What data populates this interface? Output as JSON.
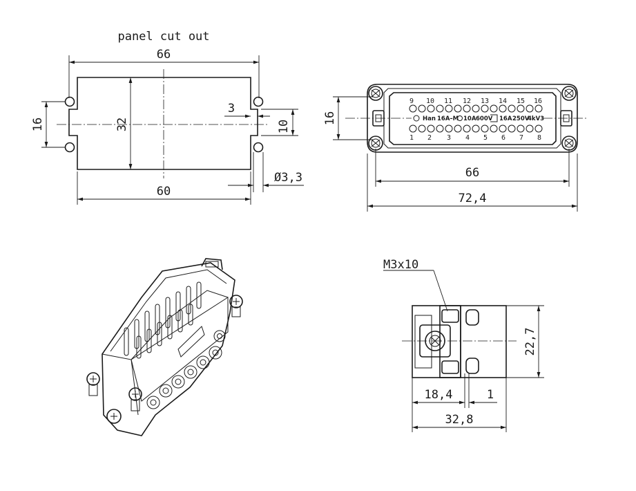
{
  "panel": {
    "title": "panel cut out",
    "dim_width_outer": "66",
    "dim_height": "32",
    "dim_hole_spacing": "16",
    "dim_edge_offset": "3",
    "dim_notch": "10",
    "dim_hole_diameter": "Ø3,3",
    "dim_width_inner": "60"
  },
  "front": {
    "dim_pin_spacing": "16",
    "dim_width_66": "66",
    "dim_width_total": "72,4",
    "pins_top": [
      "9",
      "10",
      "11",
      "12",
      "13",
      "14",
      "15",
      "16"
    ],
    "pins_bottom": [
      "1",
      "2",
      "3",
      "4",
      "5",
      "6",
      "7",
      "8"
    ],
    "marking": {
      "brand": "Han",
      "model": "16A–M",
      "rating_1": "10A",
      "rating_2": "600V",
      "rating_3": "16A",
      "rating_4": "250V",
      "rating_5": "4kV3"
    }
  },
  "side": {
    "screw_label": "M3x10",
    "dim_height": "22,7",
    "dim_depth_1": "18,4",
    "dim_gap": "1",
    "dim_depth_total": "32,8"
  }
}
